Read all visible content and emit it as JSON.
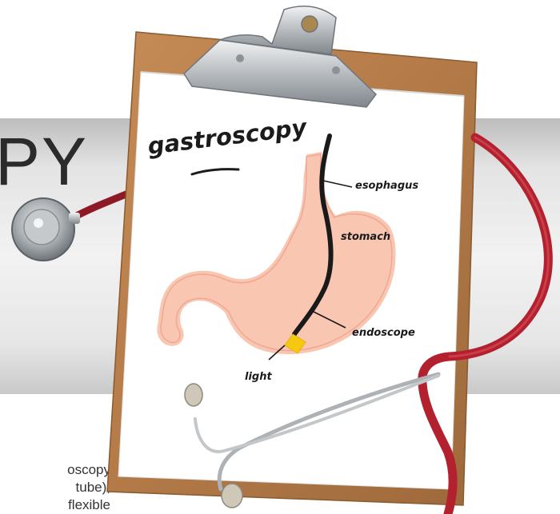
{
  "banner": {
    "title_fragment": "PY",
    "text_lines": [
      "oscopy",
      "tube),",
      "flexible"
    ]
  },
  "clipboard": {
    "heading": "gastroscopy",
    "labels": {
      "esophagus": "esophagus",
      "stomach": "stomach",
      "endoscope": "endoscope",
      "light": "light"
    }
  },
  "colors": {
    "board": "#b07a4c",
    "paper": "#ffffff",
    "stomach_fill": "#f8c6b1",
    "tube": "#1a1a1a",
    "light": "#f5c90f",
    "stethoscope_tube": "#b3202e",
    "metal": "#b9bcbf"
  }
}
